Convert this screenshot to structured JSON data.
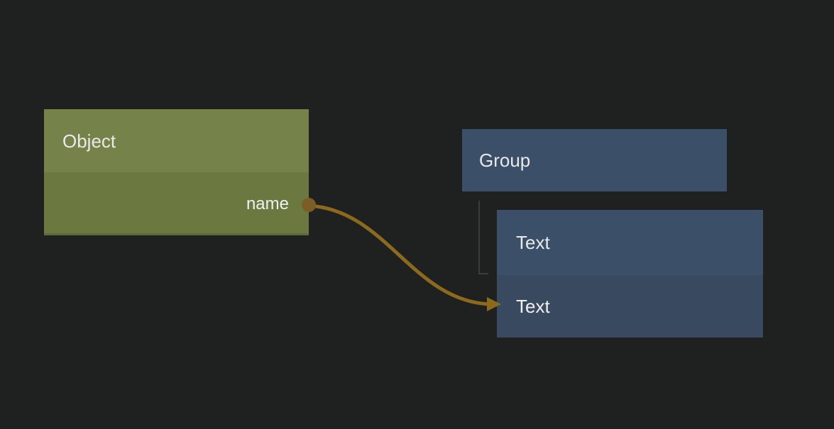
{
  "canvas": {
    "background": "#1f2020"
  },
  "nodes": {
    "object": {
      "title": "Object",
      "header_color": "#75824a",
      "body_color": "#6b7941",
      "output_port": {
        "label": "name"
      }
    },
    "group": {
      "title": "Group",
      "header_color": "#3c4f68"
    },
    "text": {
      "title": "Text",
      "header_color": "#3c4f68",
      "body_color": "#384960",
      "input_port": {
        "label": "Text"
      }
    }
  },
  "link": {
    "from_port": "name",
    "to_node": "Text",
    "color": "#8c6a1d",
    "port_dot_color": "#7b5d25"
  },
  "hierarchy_connector": {
    "parent": "Group",
    "child": "Text",
    "color": "#3b3d3d"
  }
}
